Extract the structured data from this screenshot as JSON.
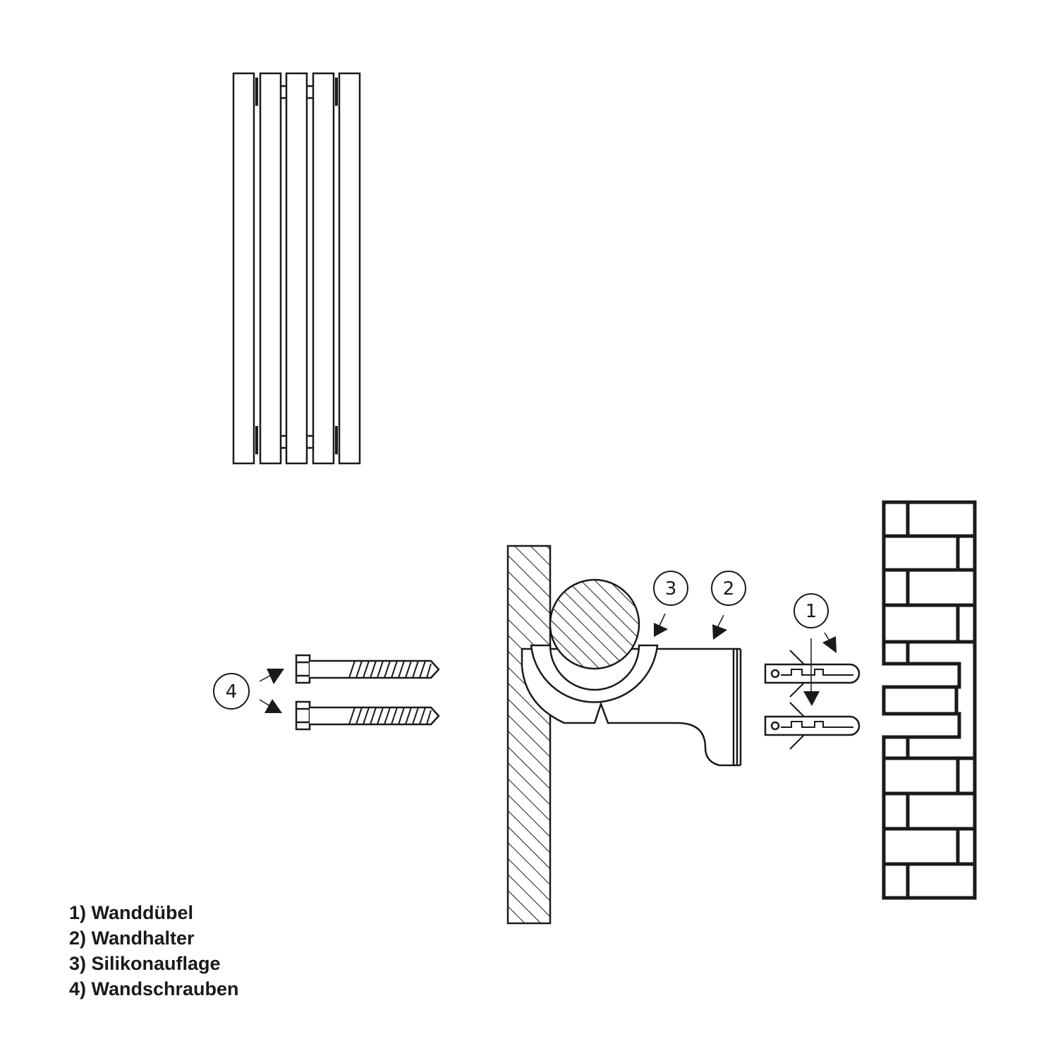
{
  "diagram": {
    "title": "Radiator wall mounting diagram",
    "stroke_color": "#1a1a1a",
    "background": "#ffffff",
    "radiator": {
      "columns": 5,
      "label": "radiator-front-view"
    },
    "callouts": [
      {
        "number": "1",
        "target": "Wanddübel"
      },
      {
        "number": "2",
        "target": "Wandhalter"
      },
      {
        "number": "3",
        "target": "Silikonauflage"
      },
      {
        "number": "4",
        "target": "Wandschrauben"
      }
    ]
  },
  "legend": {
    "items": [
      {
        "label": "1) Wanddübel"
      },
      {
        "label": "2) Wandhalter"
      },
      {
        "label": "3) Silikonauflage"
      },
      {
        "label": "4) Wandschrauben"
      }
    ]
  }
}
